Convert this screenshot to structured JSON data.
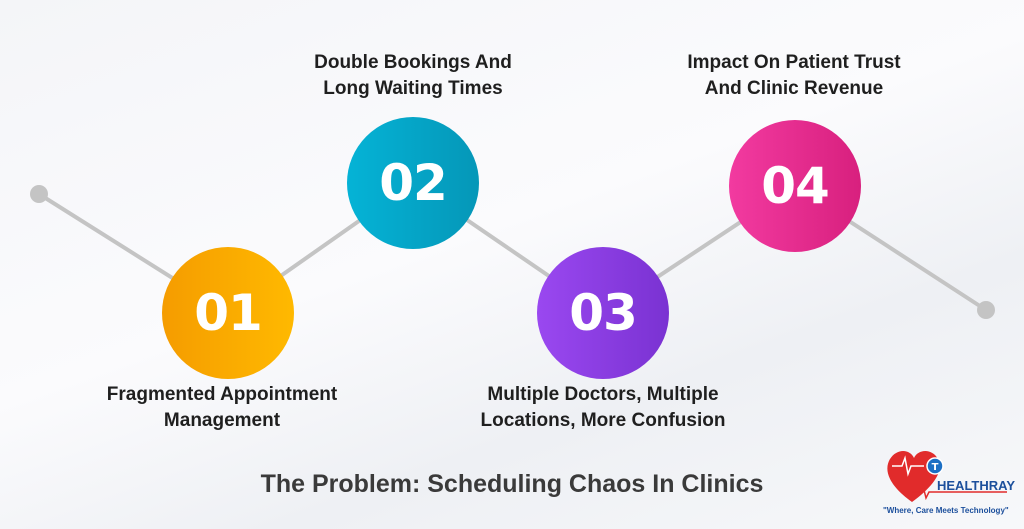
{
  "title": "The Problem: Scheduling Chaos In Clinics",
  "steps": [
    {
      "number": "01",
      "label_line1": "Fragmented Appointment",
      "label_line2": "Management",
      "color": "#f7a400"
    },
    {
      "number": "02",
      "label_line1": "Double Bookings And",
      "label_line2": "Long Waiting Times",
      "color": "#03a9c9"
    },
    {
      "number": "03",
      "label_line1": "Multiple Doctors, Multiple",
      "label_line2": "Locations, More Confusion",
      "color": "#8b3fe0"
    },
    {
      "number": "04",
      "label_line1": "Impact On Patient Trust",
      "label_line2": "And Clinic Revenue",
      "color": "#e52d8f"
    }
  ],
  "logo": {
    "brand": "HEALTHRAY",
    "tagline": "\"Where, Care Meets Technology\""
  }
}
